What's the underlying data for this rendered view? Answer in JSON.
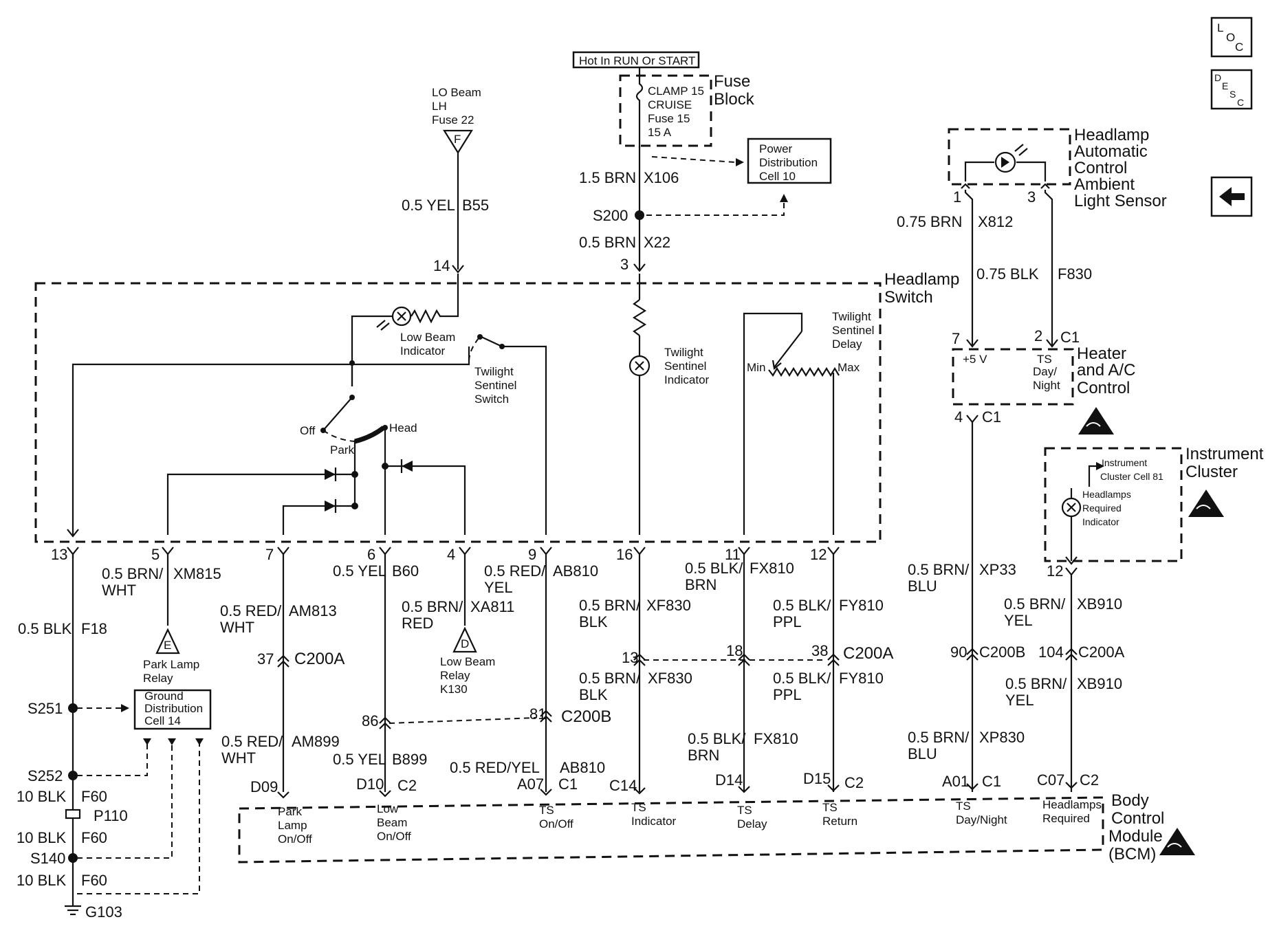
{
  "nav": {
    "loc_icon_label": "LOC",
    "desc_icon_label": "DESC",
    "back_icon": "back-arrow-icon"
  },
  "fuse": {
    "hot": "Hot In RUN Or START",
    "l1": "CLAMP 15",
    "l2": "CRUISE",
    "l3": "Fuse 15",
    "l4": "15 A",
    "block1": "Fuse",
    "block2": "Block"
  },
  "power": {
    "l1": "Power",
    "l2": "Distribution",
    "l3": "Cell 10"
  },
  "lobeam": {
    "l1": "LO Beam",
    "l2": "LH",
    "l3": "Fuse 22",
    "letter": "F"
  },
  "wires": {
    "b55": {
      "g": "0.5 YEL",
      "id": "B55"
    },
    "x106": {
      "g": "1.5 BRN",
      "id": "X106"
    },
    "x22": {
      "g": "0.5 BRN",
      "id": "X22"
    },
    "x812": {
      "g": "0.75 BRN",
      "id": "X812"
    },
    "f830": {
      "g": "0.75 BLK",
      "id": "F830"
    },
    "f18": {
      "g": "0.5 BLK",
      "id": "F18"
    },
    "xm815": {
      "g1": "0.5 BRN/",
      "g2": "WHT",
      "id": "XM815"
    },
    "am813": {
      "g1": "0.5 RED/",
      "g2": "WHT",
      "id": "AM813"
    },
    "b60": {
      "g": "0.5 YEL",
      "id": "B60"
    },
    "xa811": {
      "g1": "0.5 BRN/",
      "g2": "RED",
      "id": "XA811"
    },
    "ab810a": {
      "g1": "0.5 RED/",
      "g2": "YEL",
      "id": "AB810"
    },
    "xf830a": {
      "g1": "0.5 BRN/",
      "g2": "BLK",
      "id": "XF830"
    },
    "fx810a": {
      "g1": "0.5 BLK/",
      "g2": "BRN",
      "id": "FX810"
    },
    "fy810a": {
      "g1": "0.5 BLK/",
      "g2": "PPL",
      "id": "FY810"
    },
    "xp33": {
      "g1": "0.5 BRN/",
      "g2": "BLU",
      "id": "XP33"
    },
    "xb910a": {
      "g1": "0.5 BRN/",
      "g2": "YEL",
      "id": "XB910"
    },
    "xf830b": {
      "g1": "0.5 BRN/",
      "g2": "BLK",
      "id": "XF830"
    },
    "fy810b": {
      "g1": "0.5 BLK/",
      "g2": "PPL",
      "id": "FY810"
    },
    "xb910b": {
      "g1": "0.5 BRN/",
      "g2": "YEL",
      "id": "XB910"
    },
    "am899": {
      "g1": "0.5 RED/",
      "g2": "WHT",
      "id": "AM899"
    },
    "b899": {
      "g": "0.5 YEL",
      "id": "B899"
    },
    "ab810b": {
      "g": "0.5 RED/YEL",
      "id": "AB810"
    },
    "fx810b": {
      "g1": "0.5 BLK/",
      "g2": "BRN",
      "id": "FX810"
    },
    "xp830": {
      "g1": "0.5 BRN/",
      "g2": "BLU",
      "id": "XP830"
    },
    "f60a": {
      "g": "10 BLK",
      "id": "F60"
    },
    "f60b": {
      "g": "10 BLK",
      "id": "F60"
    },
    "f60c": {
      "g": "10 BLK",
      "id": "F60"
    }
  },
  "splices": {
    "s200": "S200",
    "s251": "S251",
    "s252": "S252",
    "p110": "P110",
    "s140": "S140",
    "g103": "G103"
  },
  "switch": {
    "title1": "Headlamp",
    "title2": "Switch",
    "lowbeam1": "Low Beam",
    "lowbeam2": "Indicator",
    "tss1": "Twilight",
    "tss2": "Sentinel",
    "tss3": "Switch",
    "tsi1": "Twilight",
    "tsi2": "Sentinel",
    "tsi3": "Indicator",
    "tsd1": "Twilight",
    "tsd2": "Sentinel",
    "tsd3": "Delay",
    "min": "Min",
    "max": "Max",
    "off": "Off",
    "park": "Park",
    "head": "Head"
  },
  "pins": {
    "p14": "14",
    "p3": "3",
    "p13": "13",
    "p5": "5",
    "p7": "7",
    "p6": "6",
    "p4": "4",
    "p9": "9",
    "p16": "16",
    "p11": "11",
    "p12": "12",
    "h1": "1",
    "h3": "3",
    "c7": "7",
    "c2": "2",
    "c1": "C1",
    "c4": "4",
    "c1b": "C1",
    "ic12": "12"
  },
  "sensor": {
    "l1": "Headlamp",
    "l2": "Automatic",
    "l3": "Control",
    "l4": "Ambient",
    "l5": "Light Sensor"
  },
  "hvac": {
    "v5": "+5 V",
    "ts1": "TS",
    "ts2": "Day/",
    "ts3": "Night",
    "l1": "Heater",
    "l2": "and A/C",
    "l3": "Control"
  },
  "cluster": {
    "cell1": "Instrument",
    "cell2": "Cluster Cell 81",
    "ind1": "Headlamps",
    "ind2": "Required",
    "ind3": "Indicator",
    "l1": "Instrument",
    "l2": "Cluster"
  },
  "relays": {
    "park1": "Park Lamp",
    "park2": "Relay",
    "park_letter": "E",
    "low1": "Low Beam",
    "low2": "Relay",
    "low3": "K130",
    "low_letter": "D"
  },
  "ground": {
    "l1": "Ground",
    "l2": "Distribution",
    "l3": "Cell 14"
  },
  "connectors": {
    "p37": "37",
    "c200a1": "C200A",
    "p13b": "13",
    "p18": "18",
    "p38": "38",
    "c200a2": "C200A",
    "p86": "86",
    "p81": "81",
    "c200b1": "C200B",
    "p90": "90",
    "c200b2": "C200B",
    "p104": "104",
    "c200a3": "C200A"
  },
  "bcm": {
    "d09": "D09",
    "d10": "D10",
    "c2a": "C2",
    "a07": "A07",
    "c1a": "C1",
    "c14": "C14",
    "d14": "D14",
    "d15": "D15",
    "c2b": "C2",
    "a01": "A01",
    "c1b": "C1",
    "c07": "C07",
    "c2c": "C2",
    "pl1": "Park",
    "pl2": "Lamp",
    "pl3": "On/Off",
    "lb1": "Low",
    "lb2": "Beam",
    "lb3": "On/Off",
    "tso1": "TS",
    "tso2": "On/Off",
    "tsi1": "TS",
    "tsi2": "Indicator",
    "tsd1": "TS",
    "tsd2": "Delay",
    "tsr1": "TS",
    "tsr2": "Return",
    "tsn1": "TS",
    "tsn2": "Day/Night",
    "hr1": "Headlamps",
    "hr2": "Required",
    "l1": "Body",
    "l2": "Control",
    "l3": "Module",
    "l4": "(BCM)"
  }
}
